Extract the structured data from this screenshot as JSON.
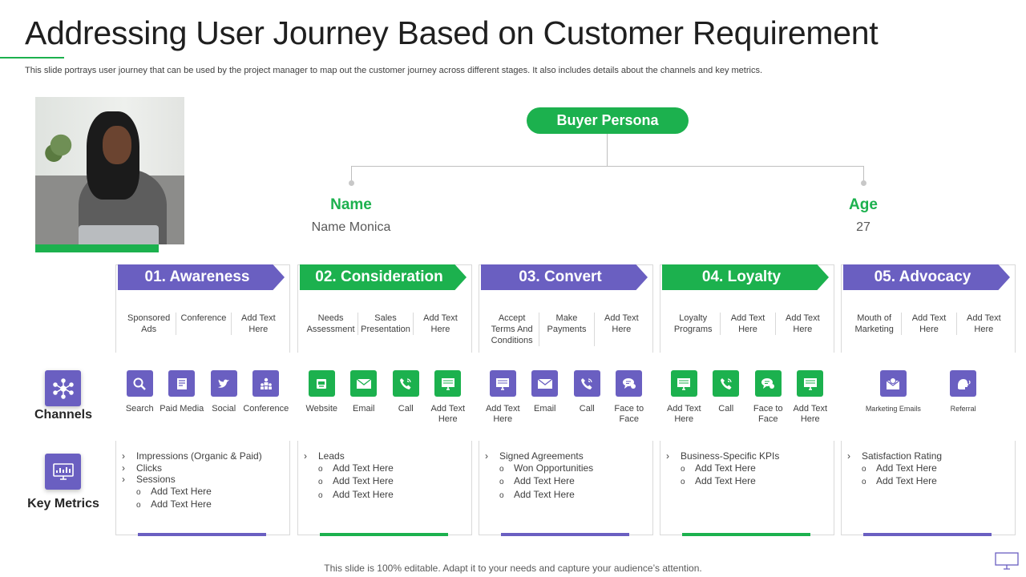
{
  "title": "Addressing User Journey Based on Customer Requirement",
  "subtitle": "This slide portrays user journey that can be used by the project manager to map out the customer journey across different stages. It also includes details about the channels and key metrics.",
  "persona": {
    "label": "Buyer Persona",
    "name_label": "Name",
    "name_value": "Name  Monica",
    "age_label": "Age",
    "age_value": "27"
  },
  "rows": {
    "channels": "Channels",
    "metrics": "Key Metrics"
  },
  "colors": {
    "green": "#1cb14e",
    "purple": "#6a5fc1"
  },
  "stages": [
    {
      "title": "01. Awareness",
      "color": "purple",
      "sub_items": [
        "Sponsored Ads",
        "Conference",
        "Add Text Here"
      ],
      "channels": [
        {
          "label": "Search",
          "icon": "search-icon"
        },
        {
          "label": "Paid Media",
          "icon": "newspaper-icon"
        },
        {
          "label": "Social",
          "icon": "twitter-icon"
        },
        {
          "label": "Conference",
          "icon": "conference-icon"
        }
      ],
      "metrics": [
        {
          "text": "Impressions (Organic & Paid)",
          "level": 1
        },
        {
          "text": "Clicks",
          "level": 1
        },
        {
          "text": "Sessions",
          "level": 1
        },
        {
          "text": "Add Text Here",
          "level": 2
        },
        {
          "text": "Add Text Here",
          "level": 2
        }
      ]
    },
    {
      "title": "02. Consideration",
      "color": "green",
      "sub_items": [
        "Needs Assessment",
        "Sales Presentation",
        "Add Text Here"
      ],
      "channels": [
        {
          "label": "Website",
          "icon": "website-icon"
        },
        {
          "label": "Email",
          "icon": "email-icon"
        },
        {
          "label": "Call",
          "icon": "phone-icon"
        },
        {
          "label": "Add Text Here",
          "icon": "monitor-icon"
        }
      ],
      "metrics": [
        {
          "text": "Leads",
          "level": 1
        },
        {
          "text": "Add Text Here",
          "level": 2
        },
        {
          "text": "Add Text Here",
          "level": 2
        },
        {
          "text": "Add Text Here",
          "level": 2
        }
      ]
    },
    {
      "title": "03. Convert",
      "color": "purple",
      "sub_items": [
        "Accept Terms And Conditions",
        "Make Payments",
        "Add Text Here"
      ],
      "channels": [
        {
          "label": "Add Text Here",
          "icon": "monitor-icon"
        },
        {
          "label": "Email",
          "icon": "email-icon"
        },
        {
          "label": "Call",
          "icon": "phone-icon"
        },
        {
          "label": "Face to Face",
          "icon": "chat-icon"
        }
      ],
      "metrics": [
        {
          "text": "Signed Agreements",
          "level": 1
        },
        {
          "text": "Won Opportunities",
          "level": 2
        },
        {
          "text": "Add Text Here",
          "level": 2
        },
        {
          "text": "Add Text Here",
          "level": 2
        }
      ]
    },
    {
      "title": "04. Loyalty",
      "color": "green",
      "sub_items": [
        "Loyalty Programs",
        "Add Text Here",
        "Add Text Here"
      ],
      "channels": [
        {
          "label": "Add Text Here",
          "icon": "monitor-icon"
        },
        {
          "label": "Call",
          "icon": "phone-icon"
        },
        {
          "label": "Face to Face",
          "icon": "chat-icon"
        },
        {
          "label": "Add Text Here",
          "icon": "monitor-icon"
        }
      ],
      "metrics": [
        {
          "text": "Business-Specific KPIs",
          "level": 1
        },
        {
          "text": "Add Text Here",
          "level": 2
        },
        {
          "text": "Add Text Here",
          "level": 2
        }
      ]
    },
    {
      "title": "05. Advocacy",
      "color": "purple",
      "sub_items": [
        "Mouth of Marketing",
        "Add Text Here",
        "Add Text Here"
      ],
      "channels": [
        {
          "label": "Marketing Emails",
          "icon": "marketing-email-icon"
        },
        {
          "label": "Referral",
          "icon": "referral-icon"
        }
      ],
      "metrics": [
        {
          "text": "Satisfaction Rating",
          "level": 1
        },
        {
          "text": "Add Text Here",
          "level": 2
        },
        {
          "text": "Add Text Here",
          "level": 2
        }
      ]
    }
  ],
  "footer": "This slide is 100% editable. Adapt it to your needs and capture your audience’s attention."
}
